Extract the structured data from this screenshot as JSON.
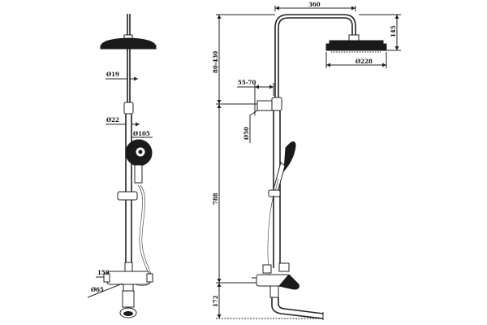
{
  "front_view": {
    "dims": {
      "pipe_diameter": "Ø19",
      "column_diameter": "Ø22",
      "hand_shower_diameter": "Ø105",
      "mixer_width": "150",
      "spout_diameter": "Ø65"
    }
  },
  "side_view": {
    "dims": {
      "arm_length": "360",
      "head_height": "145",
      "head_diameter": "Ø228",
      "height_adjust": "80-430",
      "wall_offset": "55-70",
      "bracket_diameter": "Ø50",
      "column_height": "788",
      "mixer_height": "172"
    }
  }
}
